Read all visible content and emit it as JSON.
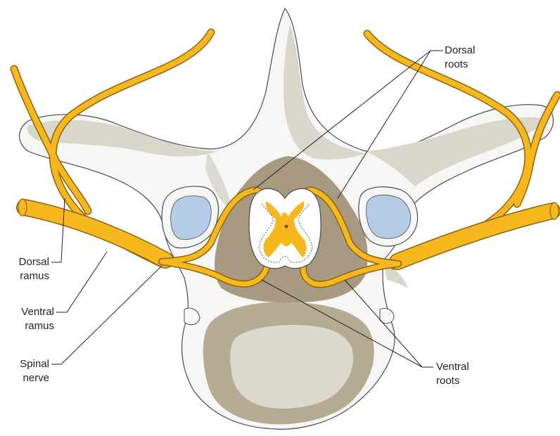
{
  "labels": {
    "dorsal_roots": [
      "Dorsal",
      "roots"
    ],
    "dorsal_ramus": [
      "Dorsal",
      "ramus"
    ],
    "ventral_ramus": [
      "Ventral",
      "ramus"
    ],
    "spinal_nerve": [
      "Spinal",
      "nerve"
    ],
    "ventral_roots": [
      "Ventral",
      "roots"
    ]
  },
  "colors": {
    "bone_fill": "#f6f6f4",
    "bone_outline": "#4a4a4a",
    "bone_shade": "#d9d6cc",
    "canal_dark": "#a89a80",
    "body_outer": "#b5aa92",
    "body_inner": "#ddd8cc",
    "nerve": "#f7b81e",
    "nerve_outline": "#8a6410",
    "foramen": "#b5cce6",
    "cord_fill": "#ffffff",
    "leader_line": "#231f20"
  }
}
